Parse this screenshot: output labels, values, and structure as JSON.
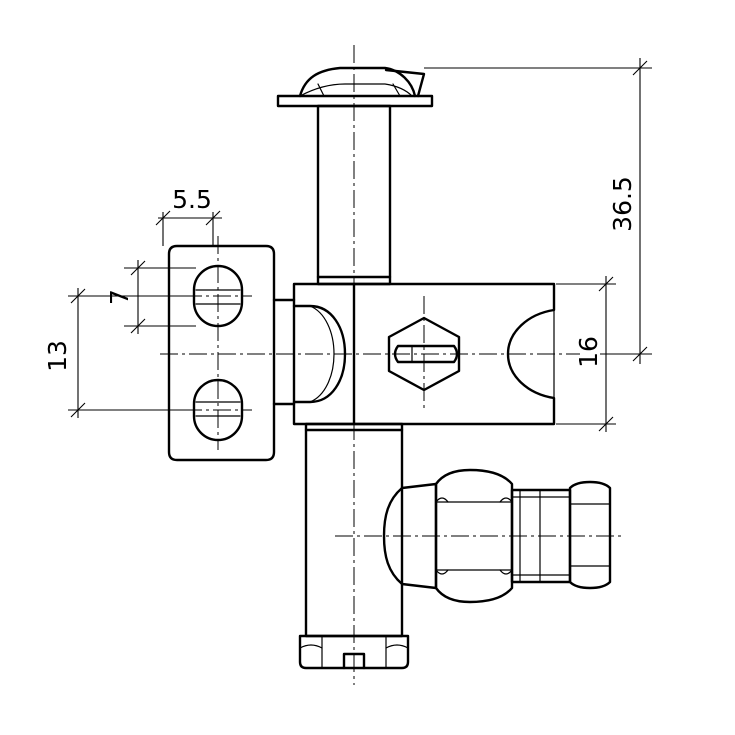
{
  "drawing": {
    "dimensions": {
      "slot_width": "5.5",
      "slot_height": "7",
      "hole_spacing": "13",
      "body_height": "16",
      "overall_height": "36.5"
    }
  }
}
